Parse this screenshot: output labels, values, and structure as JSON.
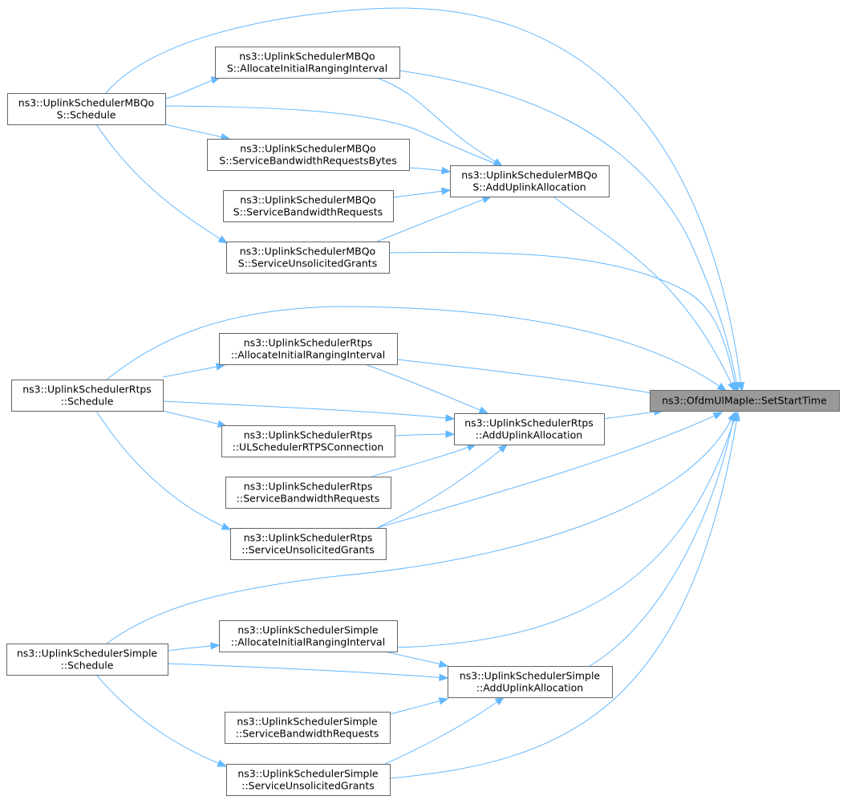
{
  "diagram": {
    "focus_node": "n_target",
    "nodes": [
      {
        "id": "n_target",
        "lines": [
          "ns3::OfdmUlMapIe::SetStartTime"
        ],
        "focus": true
      },
      {
        "id": "n_mbqos_sched",
        "lines": [
          "ns3::UplinkSchedulerMBQo",
          "S::Schedule"
        ]
      },
      {
        "id": "n_mbqos_air",
        "lines": [
          "ns3::UplinkSchedulerMBQo",
          "S::AllocateInitialRangingInterval"
        ]
      },
      {
        "id": "n_mbqos_sbrb",
        "lines": [
          "ns3::UplinkSchedulerMBQo",
          "S::ServiceBandwidthRequestsBytes"
        ]
      },
      {
        "id": "n_mbqos_sbr",
        "lines": [
          "ns3::UplinkSchedulerMBQo",
          "S::ServiceBandwidthRequests"
        ]
      },
      {
        "id": "n_mbqos_sug",
        "lines": [
          "ns3::UplinkSchedulerMBQo",
          "S::ServiceUnsolicitedGrants"
        ]
      },
      {
        "id": "n_mbqos_aua",
        "lines": [
          "ns3::UplinkSchedulerMBQo",
          "S::AddUplinkAllocation"
        ]
      },
      {
        "id": "n_rtps_sched",
        "lines": [
          "ns3::UplinkSchedulerRtps",
          "::Schedule"
        ]
      },
      {
        "id": "n_rtps_air",
        "lines": [
          "ns3::UplinkSchedulerRtps",
          "::AllocateInitialRangingInterval"
        ]
      },
      {
        "id": "n_rtps_ulc",
        "lines": [
          "ns3::UplinkSchedulerRtps",
          "::ULSchedulerRTPSConnection"
        ]
      },
      {
        "id": "n_rtps_sbr",
        "lines": [
          "ns3::UplinkSchedulerRtps",
          "::ServiceBandwidthRequests"
        ]
      },
      {
        "id": "n_rtps_sug",
        "lines": [
          "ns3::UplinkSchedulerRtps",
          "::ServiceUnsolicitedGrants"
        ]
      },
      {
        "id": "n_rtps_aua",
        "lines": [
          "ns3::UplinkSchedulerRtps",
          "::AddUplinkAllocation"
        ]
      },
      {
        "id": "n_simple_sched",
        "lines": [
          "ns3::UplinkSchedulerSimple",
          "::Schedule"
        ]
      },
      {
        "id": "n_simple_air",
        "lines": [
          "ns3::UplinkSchedulerSimple",
          "::AllocateInitialRangingInterval"
        ]
      },
      {
        "id": "n_simple_sbr",
        "lines": [
          "ns3::UplinkSchedulerSimple",
          "::ServiceBandwidthRequests"
        ]
      },
      {
        "id": "n_simple_sug",
        "lines": [
          "ns3::UplinkSchedulerSimple",
          "::ServiceUnsolicitedGrants"
        ]
      },
      {
        "id": "n_simple_aua",
        "lines": [
          "ns3::UplinkSchedulerSimple",
          "::AddUplinkAllocation"
        ]
      }
    ],
    "edges": [
      {
        "from": "n_mbqos_sched",
        "to": "n_target"
      },
      {
        "from": "n_mbqos_sched",
        "to": "n_mbqos_air"
      },
      {
        "from": "n_mbqos_sched",
        "to": "n_mbqos_aua"
      },
      {
        "from": "n_mbqos_sched",
        "to": "n_mbqos_sbrb"
      },
      {
        "from": "n_mbqos_sched",
        "to": "n_mbqos_sug"
      },
      {
        "from": "n_mbqos_air",
        "to": "n_target"
      },
      {
        "from": "n_mbqos_air",
        "to": "n_mbqos_aua"
      },
      {
        "from": "n_mbqos_sbrb",
        "to": "n_mbqos_aua"
      },
      {
        "from": "n_mbqos_sbr",
        "to": "n_mbqos_aua"
      },
      {
        "from": "n_mbqos_sug",
        "to": "n_mbqos_aua"
      },
      {
        "from": "n_mbqos_sug",
        "to": "n_target"
      },
      {
        "from": "n_mbqos_aua",
        "to": "n_target"
      },
      {
        "from": "n_rtps_sched",
        "to": "n_target"
      },
      {
        "from": "n_rtps_sched",
        "to": "n_rtps_air"
      },
      {
        "from": "n_rtps_sched",
        "to": "n_rtps_aua"
      },
      {
        "from": "n_rtps_sched",
        "to": "n_rtps_ulc"
      },
      {
        "from": "n_rtps_sched",
        "to": "n_rtps_sug"
      },
      {
        "from": "n_rtps_air",
        "to": "n_target"
      },
      {
        "from": "n_rtps_air",
        "to": "n_rtps_aua"
      },
      {
        "from": "n_rtps_ulc",
        "to": "n_rtps_aua"
      },
      {
        "from": "n_rtps_sbr",
        "to": "n_rtps_aua"
      },
      {
        "from": "n_rtps_sug",
        "to": "n_rtps_aua"
      },
      {
        "from": "n_rtps_sug",
        "to": "n_target"
      },
      {
        "from": "n_rtps_aua",
        "to": "n_target"
      },
      {
        "from": "n_simple_sched",
        "to": "n_target"
      },
      {
        "from": "n_simple_sched",
        "to": "n_simple_air"
      },
      {
        "from": "n_simple_sched",
        "to": "n_simple_aua"
      },
      {
        "from": "n_simple_sched",
        "to": "n_simple_sug"
      },
      {
        "from": "n_simple_air",
        "to": "n_target"
      },
      {
        "from": "n_simple_air",
        "to": "n_simple_aua"
      },
      {
        "from": "n_simple_sbr",
        "to": "n_simple_aua"
      },
      {
        "from": "n_simple_sug",
        "to": "n_simple_aua"
      },
      {
        "from": "n_simple_sug",
        "to": "n_target"
      },
      {
        "from": "n_simple_aua",
        "to": "n_target"
      }
    ]
  }
}
